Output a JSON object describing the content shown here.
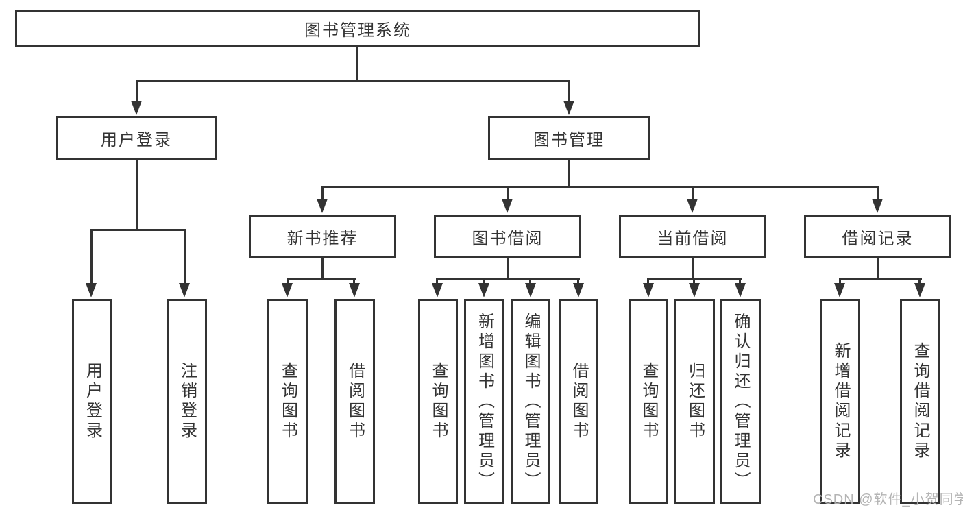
{
  "diagram": {
    "root": {
      "label": "图书管理系统"
    },
    "level1": {
      "user_login": "用户登录",
      "book_mgmt": "图书管理"
    },
    "level2": {
      "new_book_rec": "新书推荐",
      "book_borrow": "图书借阅",
      "current_borrow": "当前借阅",
      "borrow_records": "借阅记录"
    },
    "leaves": {
      "user_login": [
        "用户登录",
        "注销登录"
      ],
      "new_book_rec": [
        "查询图书",
        "借阅图书"
      ],
      "book_borrow": [
        "查询图书",
        "新增图书（管理员）",
        "编辑图书（管理员）",
        "借阅图书"
      ],
      "current_borrow": [
        "查询图书",
        "归还图书",
        "确认归还（管理员）"
      ],
      "borrow_records": [
        "新增借阅记录",
        "查询借阅记录"
      ]
    },
    "watermark": "CSDN @软件_小贺同学",
    "colors": {
      "line": "#333333",
      "text": "#333333",
      "watermark": "#b0b0b0",
      "background": "#ffffff"
    }
  }
}
